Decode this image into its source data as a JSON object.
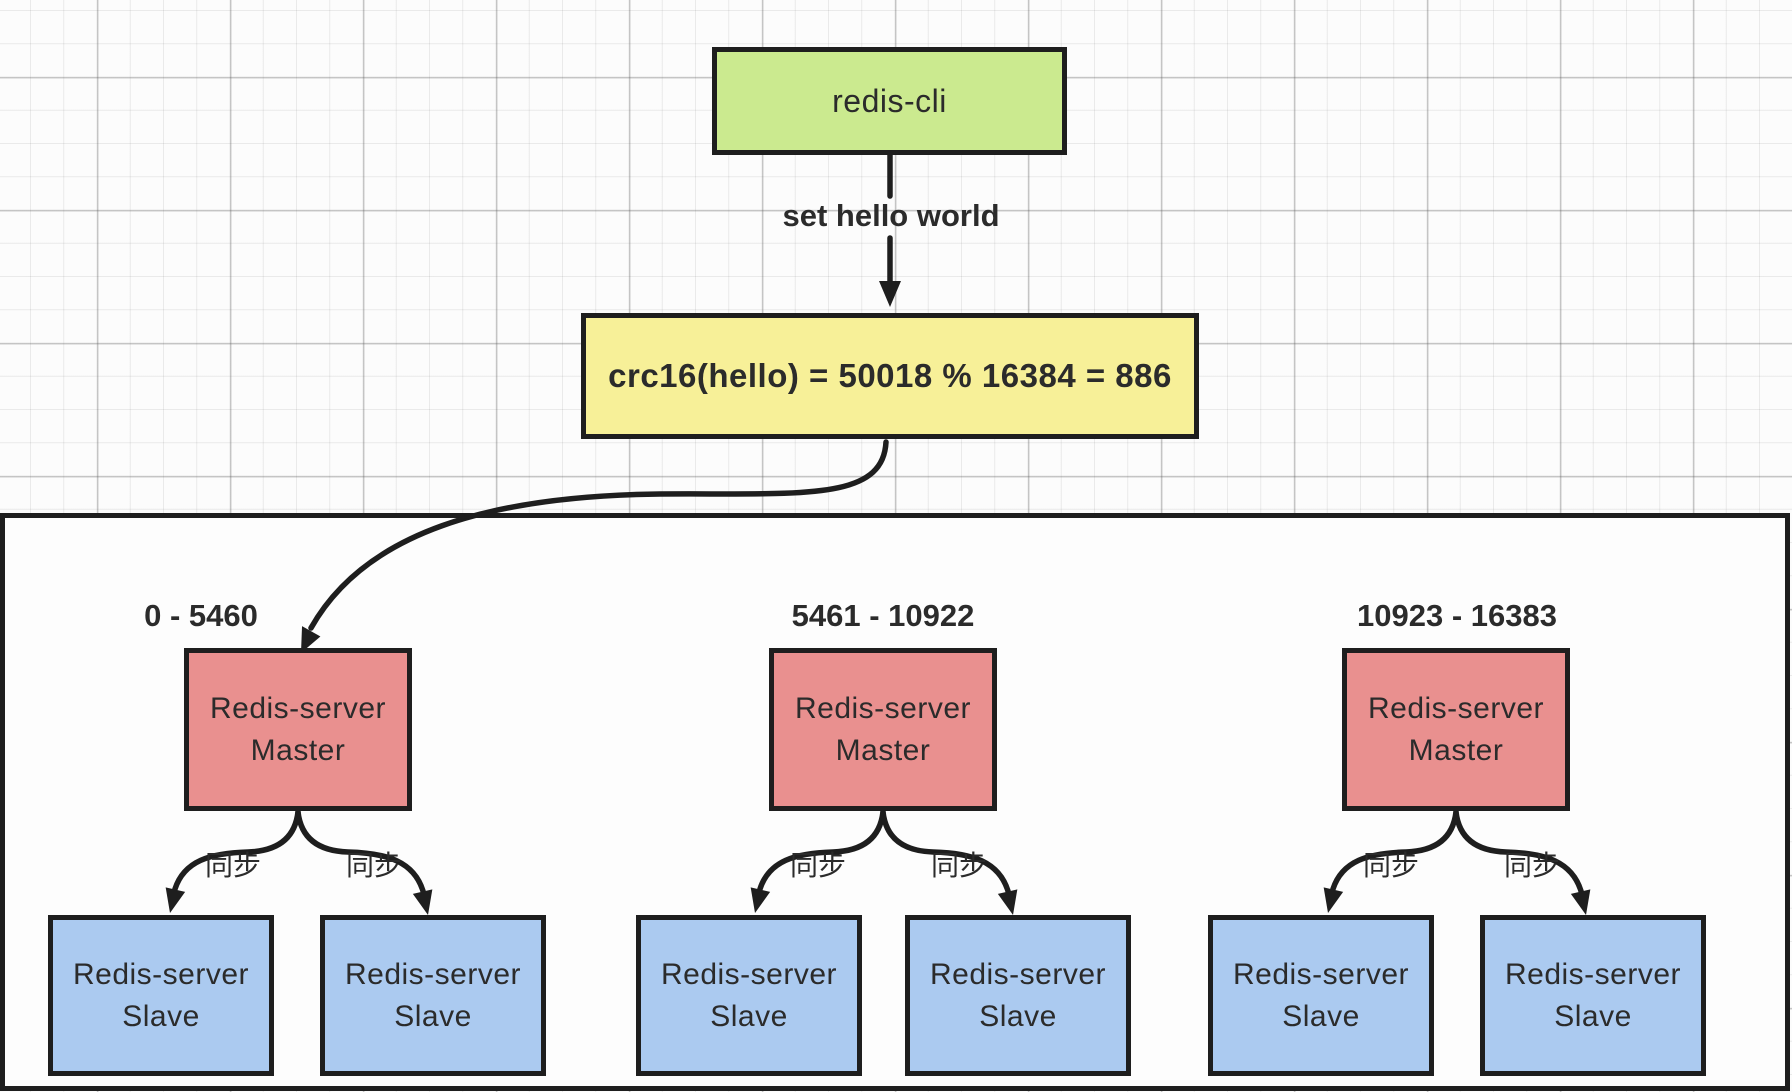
{
  "client_node": {
    "label": "redis-cli"
  },
  "command_arrow": {
    "label": "set hello world"
  },
  "hash_node": {
    "label": "crc16(hello) = 50018 % 16384 = 886"
  },
  "groups": [
    {
      "range": "0 - 5460",
      "master": "Redis-server Master",
      "sync_left": "同步",
      "sync_right": "同步",
      "slave_left": "Redis-server Slave",
      "slave_right": "Redis-server Slave"
    },
    {
      "range": "5461 - 10922",
      "master": "Redis-server Master",
      "sync_left": "同步",
      "sync_right": "同步",
      "slave_left": "Redis-server Slave",
      "slave_right": "Redis-server Slave"
    },
    {
      "range": "10923 - 16383",
      "master": "Redis-server Master",
      "sync_left": "同步",
      "sync_right": "同步",
      "slave_left": "Redis-server Slave",
      "slave_right": "Redis-server Slave"
    }
  ],
  "colors": {
    "client_fill": "#cbea8f",
    "hash_fill": "#f7f098",
    "master_fill": "#e9908f",
    "slave_fill": "#abcaf0",
    "stroke": "#1e1e1e",
    "text": "#2b2b2b"
  }
}
